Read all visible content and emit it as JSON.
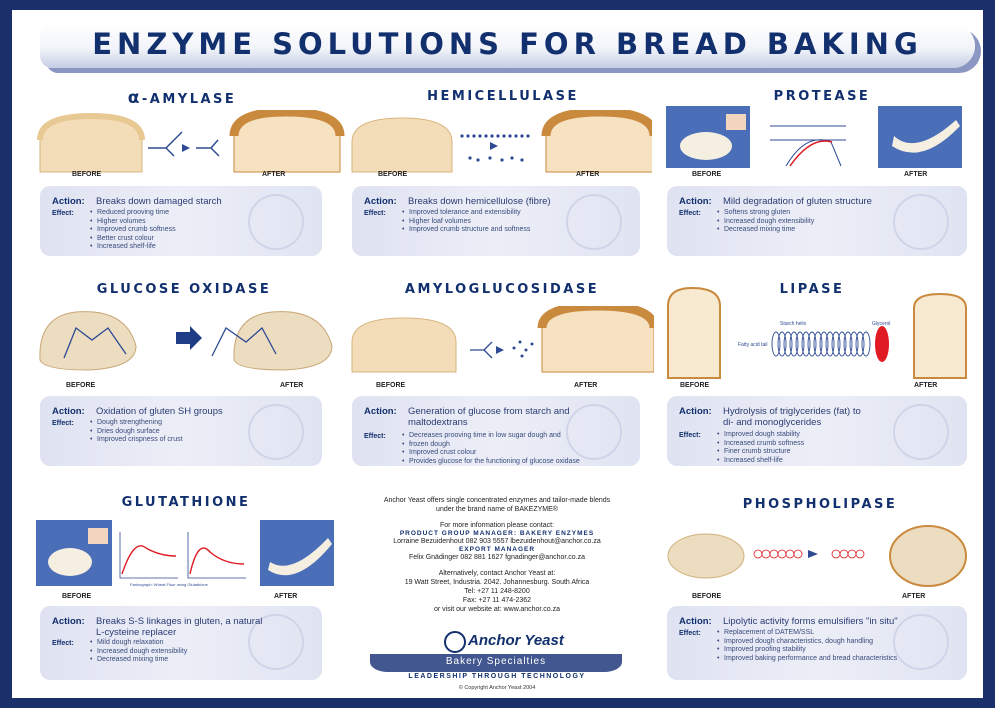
{
  "title": "ENZYME SOLUTIONS FOR BREAD BAKING",
  "labels": {
    "before": "BEFORE",
    "after": "AFTER",
    "action": "Action:",
    "effect": "Effect:"
  },
  "sections": {
    "amylase": {
      "title": "-AMYLASE",
      "symbol": "α",
      "action": "Breaks down damaged starch",
      "effects": [
        "Reduced prooving time",
        "Higher volumes",
        "Improved crumb softness",
        "Better crust colour",
        "Increased shelf-life"
      ]
    },
    "hemicellulase": {
      "title": "HEMICELLULASE",
      "action": "Breaks down hemicellulose (fibre)",
      "effects": [
        "Improved tolerance and extensibility",
        "Higher loaf volumes",
        "Improved crumb structure and softness"
      ]
    },
    "protease": {
      "title": "PROTEASE",
      "action": "Mild degradation of gluten structure",
      "effects": [
        "Softens strong gluten",
        "Increased dough extensibility",
        "Decreased mixing time"
      ]
    },
    "glucose_oxidase": {
      "title": "GLUCOSE OXIDASE",
      "action": "Oxidation of gluten SH groups",
      "effects": [
        "Dough strengthening",
        "Dries dough surface",
        "Improved crispness of crust"
      ]
    },
    "amyloglucosidase": {
      "title": "AMYLOGLUCOSIDASE",
      "action_1": "Generation of glucose from starch and",
      "action_2": "maltodextrans",
      "effects": [
        "Decreases prooving time in low sugar dough and",
        "frozen dough",
        "Improved crust colour",
        "Provides glucose for the functioning of glucose oxidase"
      ]
    },
    "lipase": {
      "title": "LIPASE",
      "action_1": "Hydrolysis of triglycerides (fat) to",
      "action_2": "di- and monoglycerides",
      "effects": [
        "Improved dough stability",
        "Increased crumb softness",
        "Finer crumb structure",
        "Increased shelf-life"
      ],
      "diagram": {
        "helix": "Starch helix",
        "fatty": "Fatty acid tail",
        "glycerol": "Glycerol"
      }
    },
    "glutathione": {
      "title": "GLUTATHIONE",
      "action_1": "Breaks S-S linkages in gluten, a natural",
      "action_2": "L-cysteine replacer",
      "effects": [
        "Mild dough relaxation",
        "Increased dough extensibility",
        "Decreased mixing time"
      ],
      "chart_caption": "Farinograph: Wheat Flour using Glutathione"
    },
    "phospholipase": {
      "title": "PHOSPHOLIPASE",
      "action": "Lipolytic activity forms emulsifiers \"in situ\"",
      "effects": [
        "Replacement of DATEM/SSL",
        "Improved dough characteristics, dough handling",
        "Improved proofing stability",
        "Improved baking performance and bread characteristics"
      ]
    }
  },
  "contact": {
    "intro_1": "Anchor Yeast offers single concentrated enzymes and tailor-made blends",
    "intro_2": "under the brand name of BAKEZYME®",
    "more_info": "For more information please contact:",
    "pgm_heading": "PRODUCT GROUP MANAGER: BAKERY ENZYMES",
    "pgm_line": "Lorraine Bezuidenhout   082 903 5557   lbezuidenhout@anchor.co.za",
    "export_heading": "EXPORT MANAGER",
    "export_line": "Felix Gnädinger   082 881 1627   fgnadinger@anchor.co.za",
    "alt": "Alternatively, contact Anchor Yeast at:",
    "address": "19 Watt Street, Industria. 2042. Johannesburg. South Africa",
    "tel": "Tel:  +27 11 248-8200",
    "fax": "Fax: +27 11 474-2362",
    "web": "or visit our website at: www.anchor.co.za",
    "brand": "Anchor Yeast",
    "division": "Bakery Specialties",
    "tagline": "LEADERSHIP THROUGH TECHNOLOGY",
    "copyright": "© Copyright Anchor Yeast 2004"
  },
  "colors": {
    "navy": "#12306e",
    "box": "#e3e6f3",
    "crust": "#c98a3e",
    "lipase_red": "#e01b24"
  }
}
